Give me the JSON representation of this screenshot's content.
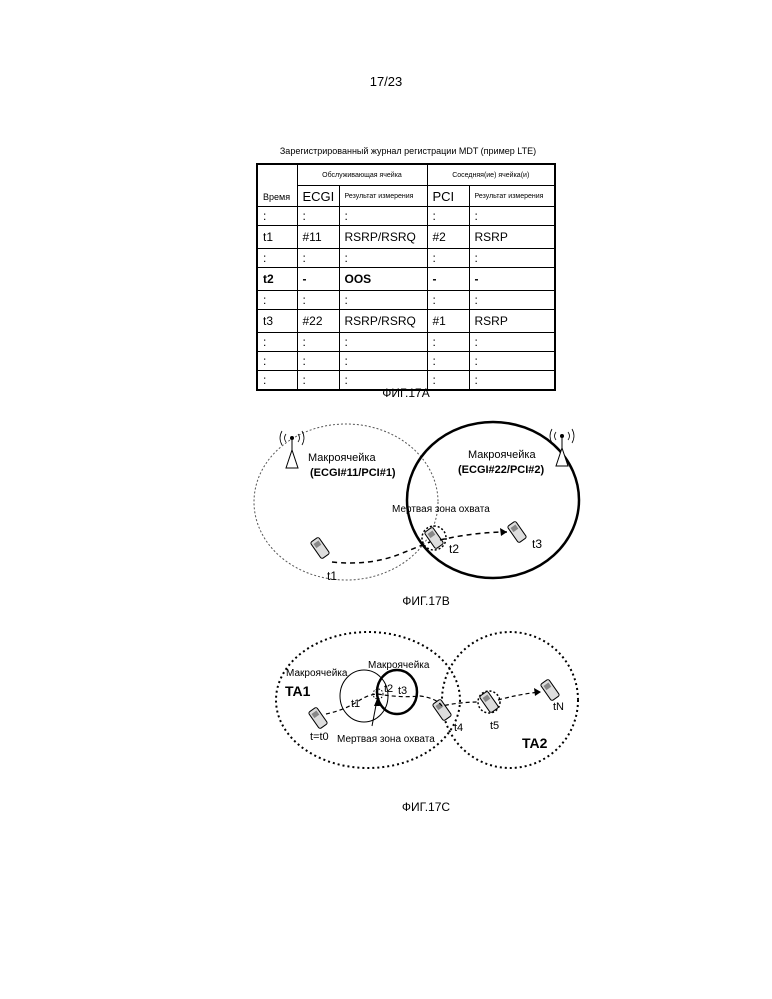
{
  "page_number": "17/23",
  "fig17a": {
    "title": "Зарегистрированный журнал регистрации MDT (пример LTE)",
    "header_serving": "Обслуживающая ячейка",
    "header_neighbor": "Соседняя(ие) ячейка(и)",
    "header_time": "Время",
    "header_ecgi": "ECGI",
    "header_serving_result": "Результат измерения",
    "header_pci": "PCI",
    "header_neighbor_result": "Результат измерения",
    "rows": [
      {
        "time": ":",
        "ecgi": ":",
        "serving_result": ":",
        "pci": ":",
        "neighbor_result": ":"
      },
      {
        "time": "t1",
        "ecgi": "#11",
        "serving_result": "RSRP/RSRQ",
        "pci": "#2",
        "neighbor_result": "RSRP"
      },
      {
        "time": ":",
        "ecgi": ":",
        "serving_result": ":",
        "pci": ":",
        "neighbor_result": ":"
      },
      {
        "time": "t2",
        "ecgi": "-",
        "serving_result": "OOS",
        "pci": "-",
        "neighbor_result": "-"
      },
      {
        "time": ":",
        "ecgi": ":",
        "serving_result": ":",
        "pci": ":",
        "neighbor_result": ":"
      },
      {
        "time": "t3",
        "ecgi": "#22",
        "serving_result": "RSRP/RSRQ",
        "pci": "#1",
        "neighbor_result": "RSRP"
      },
      {
        "time": ":",
        "ecgi": ":",
        "serving_result": ":",
        "pci": ":",
        "neighbor_result": ":"
      },
      {
        "time": ":",
        "ecgi": ":",
        "serving_result": ":",
        "pci": ":",
        "neighbor_result": ":"
      },
      {
        "time": ":",
        "ecgi": ":",
        "serving_result": ":",
        "pci": ":",
        "neighbor_result": ":"
      }
    ],
    "caption": "ФИГ.17А"
  },
  "fig17b": {
    "left_cell_label": "Макроячейка",
    "left_cell_id": "(ECGI#11/PCI#1)",
    "right_cell_label": "Макроячейка",
    "right_cell_id": "(ECGI#22/PCI#2)",
    "dead_zone": "Мертвая зона охвата",
    "t1": "t1",
    "t2": "t2",
    "t3": "t3",
    "caption": "ФИГ.17В"
  },
  "fig17c": {
    "ta1_cell": "Макроячейка",
    "small_cell": "Макроячейка",
    "ta1": "TA1",
    "ta2": "TA2",
    "t0": "t=t0",
    "t1": "t1",
    "t2": "t2",
    "t3": "t3",
    "t4": "t4",
    "t5": "t5",
    "tN": "tN",
    "dead_zone": "Мертвая зона охвата",
    "caption": "ФИГ.17С"
  }
}
